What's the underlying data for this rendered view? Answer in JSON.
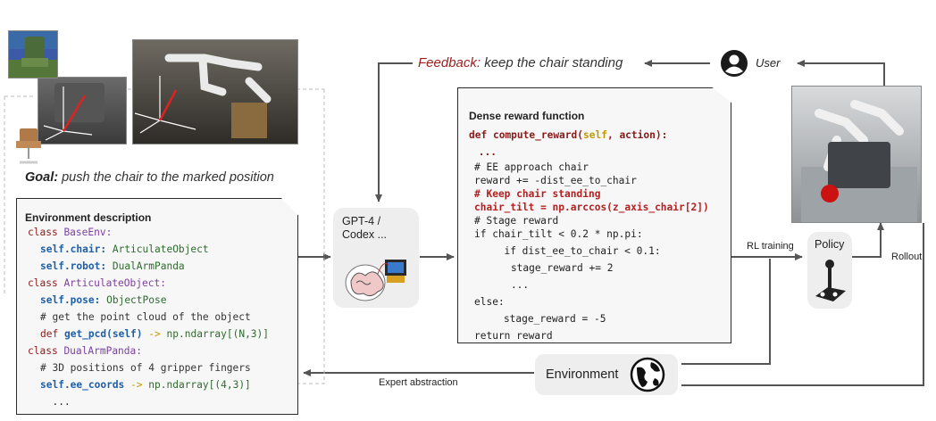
{
  "feedback": {
    "prefix": "Feedback:",
    "text": "keep the chair standing"
  },
  "user": {
    "label": "User",
    "icon": "user-icon"
  },
  "goal": {
    "prefix": "Goal:",
    "text": "push the chair to the marked position"
  },
  "env_description": {
    "title": "Environment description",
    "lines": [
      "class BaseEnv:",
      "  self.chair: ArticulateObject",
      "  self.robot: DualArmPanda",
      "class ArticulateObject:",
      "  self.pose: ObjectPose",
      "  # get the point cloud of the object",
      "  def get_pcd(self) -> np.ndarray[(N,3)]",
      "class DualArmPanda:",
      "  # 3D positions of 4 gripper fingers",
      "  self.ee_coords -> np.ndarray[(4,3)]",
      "  ..."
    ]
  },
  "llm": {
    "label_line1": "GPT-4 /",
    "label_line2": "Codex ...",
    "icon": "brain-computer-icon"
  },
  "reward": {
    "title": "Dense reward function",
    "signature": "def compute_reward(self, action):",
    "lines": [
      " ...",
      "# EE approach chair",
      "reward += -dist_ee_to_chair",
      "# Keep chair standing",
      "chair_tilt = np.arccos(z_axis_chair[2])",
      "# Stage reward",
      "if chair_tilt < 0.2 * np.pi:",
      "  if dist_ee_to_chair < 0.1:",
      "    stage_reward += 2",
      "    ...",
      "else:",
      "    stage_reward = -5",
      "return reward"
    ]
  },
  "policy": {
    "label": "Policy",
    "icon": "joystick-icon"
  },
  "rl_training": "RL training",
  "rollout": "Rollout",
  "environment": {
    "label": "Environment",
    "icon": "globe-icon"
  },
  "expert_abstraction": "Expert abstraction"
}
